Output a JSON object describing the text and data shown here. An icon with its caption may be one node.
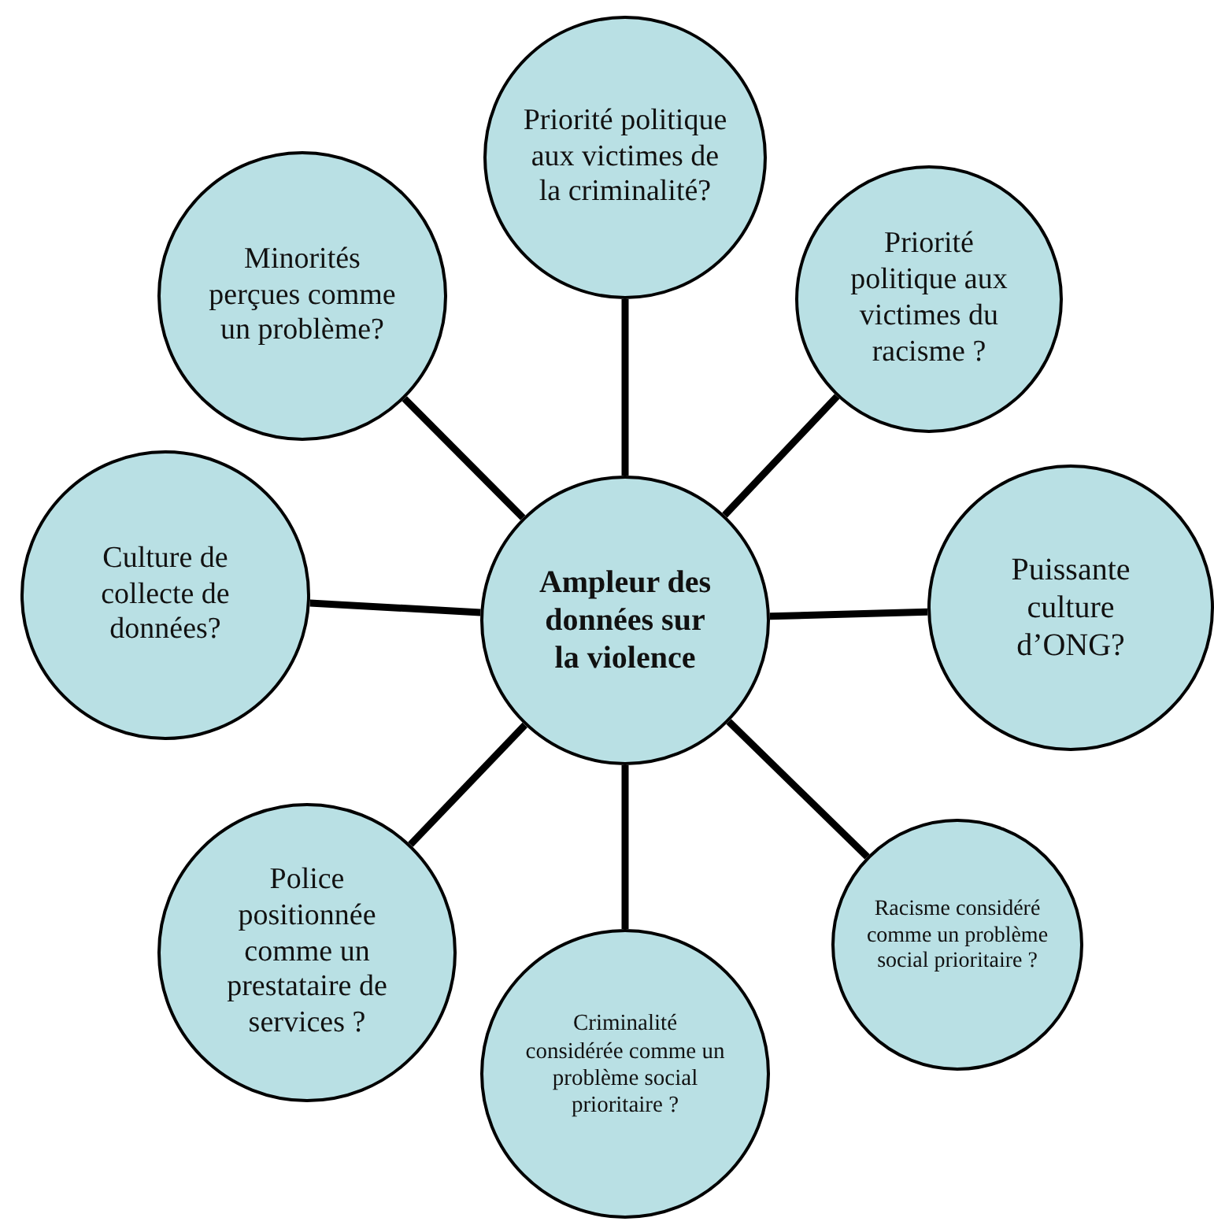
{
  "diagram": {
    "nodes": [
      {
        "text": [
          "Ampleur des données sur la violence"
        ]
      },
      {
        "text": [
          "Priorité politique aux victimes de la criminalité?"
        ]
      },
      {
        "text": [
          "Priorité politique aux victimes du racisme ?"
        ]
      },
      {
        "text": [
          "Puissante culture d’ONG?"
        ]
      },
      {
        "text": [
          "Racisme considéré comme un problème social prioritaire ?"
        ]
      },
      {
        "text": [
          "Criminalité considérée comme un problème social prioritaire ?"
        ]
      },
      {
        "text": [
          "Police positionnée comme un prestataire de services ?"
        ]
      },
      {
        "text": [
          "Culture de collecte de données?"
        ]
      },
      {
        "text": [
          "Minorités perçues comme un problème?"
        ]
      }
    ],
    "edges": [
      {
        "from": 0,
        "to": 1,
        "arrow": "none"
      },
      {
        "from": 0,
        "to": 2,
        "arrow": "none"
      },
      {
        "from": 0,
        "to": 3,
        "arrow": "none"
      },
      {
        "from": 0,
        "to": 4,
        "arrow": "none"
      },
      {
        "from": 0,
        "to": 5,
        "arrow": "none"
      },
      {
        "from": 0,
        "to": 6,
        "arrow": "none"
      },
      {
        "from": 0,
        "to": 7,
        "arrow": "none"
      },
      {
        "from": 0,
        "to": 8,
        "arrow": "none"
      }
    ]
  }
}
